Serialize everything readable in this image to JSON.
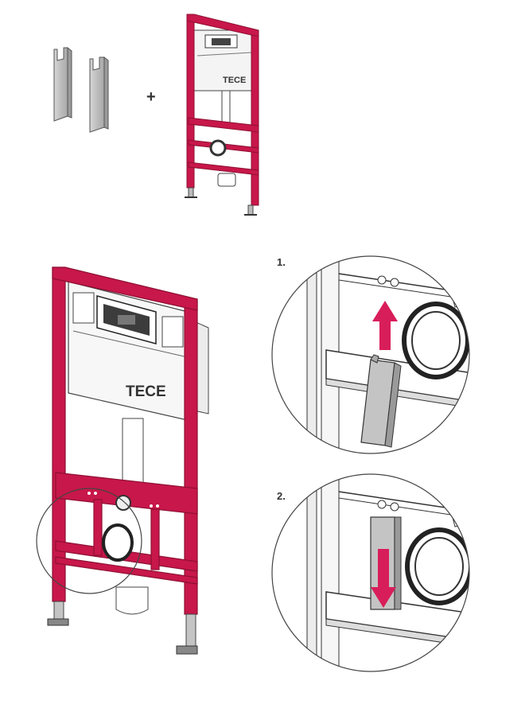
{
  "brand": "TECE",
  "plus_sign": "+",
  "steps": [
    {
      "label": "1."
    },
    {
      "label": "2."
    }
  ],
  "colors": {
    "frame": "#c8174a",
    "frame_dark": "#8e0f33",
    "metal": "#c4c4c4",
    "line": "#3a3a3a",
    "arrow": "#d81e5a"
  }
}
